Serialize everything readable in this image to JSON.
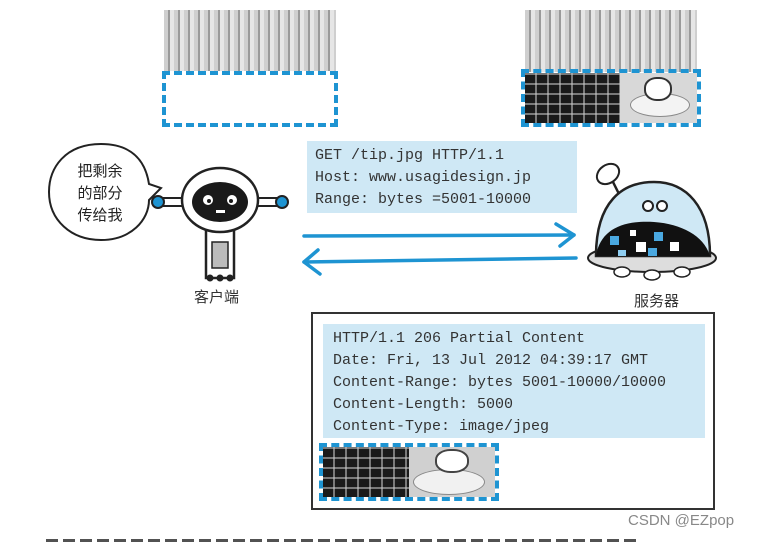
{
  "diagram": {
    "client": {
      "label": "客户端",
      "speech_bubble": [
        "把剩余",
        "的部分",
        "传给我"
      ]
    },
    "server": {
      "label": "服务器"
    },
    "request": {
      "lines": [
        "GET /tip.jpg HTTP/1.1",
        "Host: www.usagidesign.jp",
        "Range: bytes =5001-10000"
      ]
    },
    "response": {
      "lines": [
        "HTTP/1.1 206 Partial Content",
        "Date: Fri, 13 Jul 2012 04:39:17 GMT",
        "Content-Range: bytes 5001-10000/10000",
        "Content-Length: 5000",
        "Content-Type: image/jpeg"
      ]
    },
    "arrows": [
      {
        "direction": "right",
        "meaning": "request"
      },
      {
        "direction": "left",
        "meaning": "response"
      }
    ],
    "images": [
      {
        "name": "client-partial-image",
        "state": "lower half missing"
      },
      {
        "name": "server-full-image",
        "state": "lower half highlighted"
      },
      {
        "name": "response-image-fragment",
        "state": "lower half fragment"
      }
    ],
    "colors": {
      "accent_blue": "#1e94d2",
      "text_box_blue": "#cfe8f5",
      "border_dark": "#333333"
    }
  },
  "watermark": "CSDN @EZpop"
}
